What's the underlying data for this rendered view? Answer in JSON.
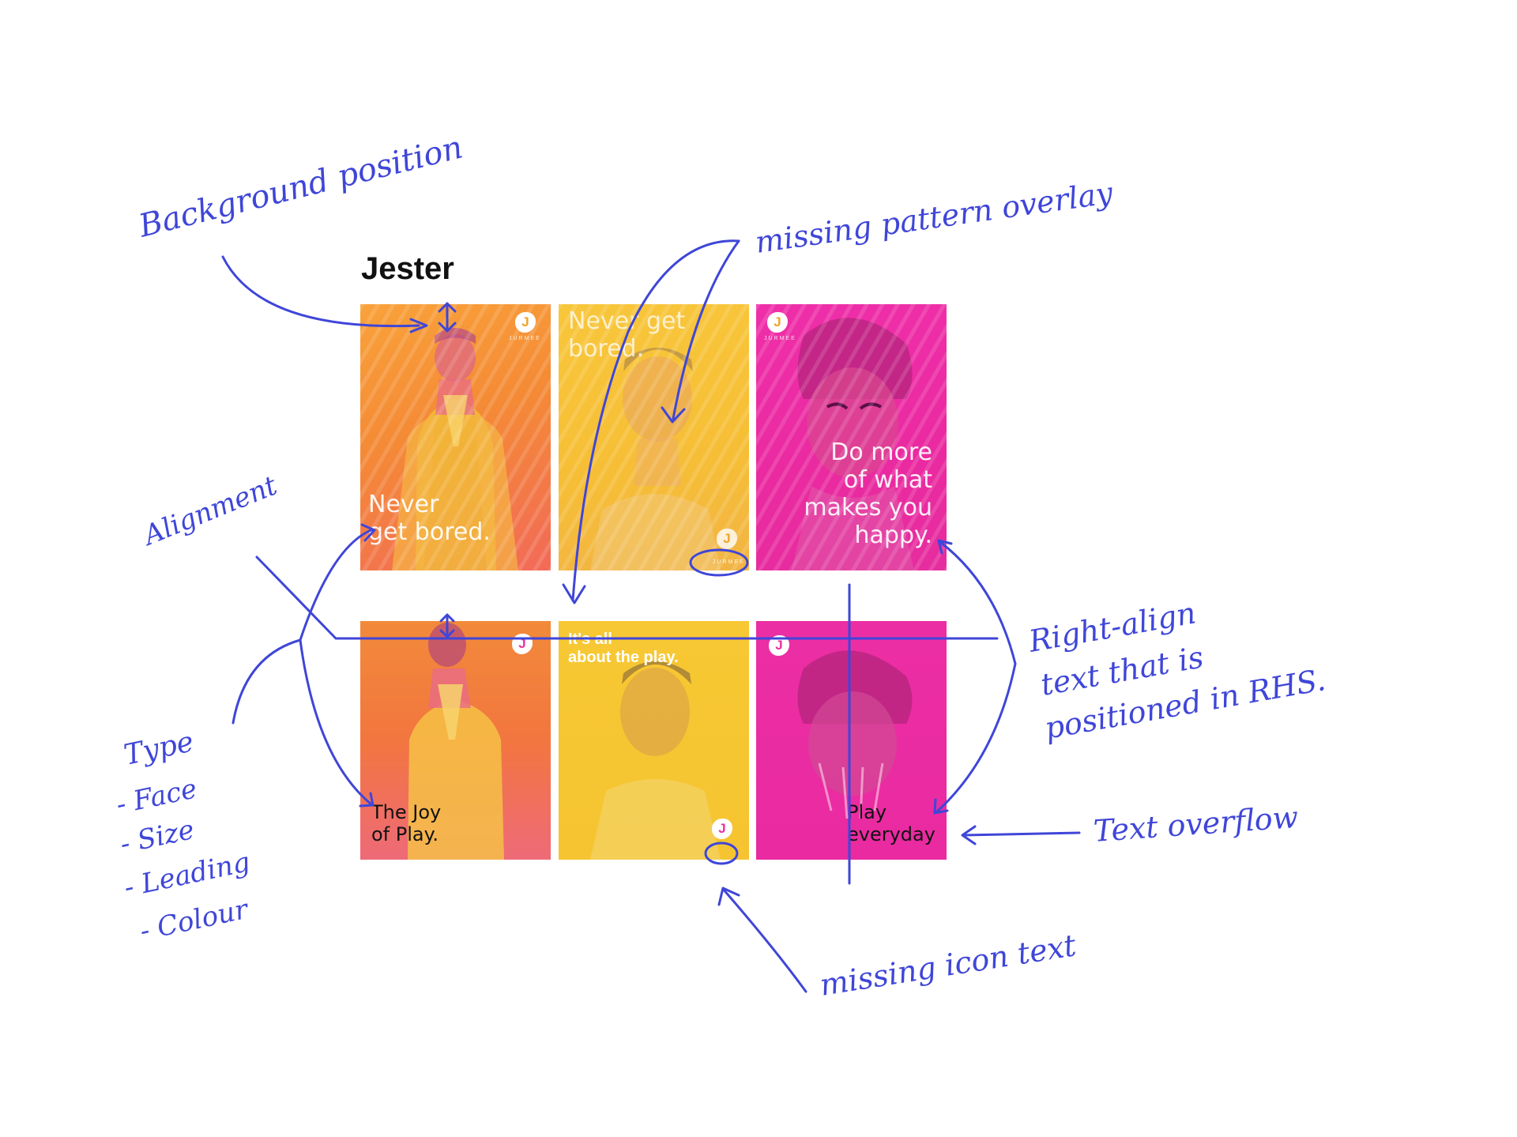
{
  "board": {
    "title": "Jester"
  },
  "cards": [
    {
      "id": "top-1",
      "headline": "Never\nget bored.",
      "logo_letter": "J",
      "logo_label": "JURMEE"
    },
    {
      "id": "top-2",
      "headline": "Never get\nbored.",
      "logo_letter": "J",
      "logo_label": "JURMEE"
    },
    {
      "id": "top-3",
      "headline": "Do more\nof what\nmakes you\nhappy.",
      "logo_letter": "J",
      "logo_label": "JURMEE"
    },
    {
      "id": "bottom-1",
      "headline": "The Joy\nof Play.",
      "logo_letter": "J"
    },
    {
      "id": "bottom-2",
      "headline": "It's all\nabout the play.",
      "logo_letter": "J"
    },
    {
      "id": "bottom-3",
      "headline": "Play\neveryday",
      "logo_letter": "J"
    }
  ],
  "annotations": {
    "background_position": "Background position",
    "missing_pattern_overlay": "missing pattern overlay",
    "alignment": "Alignment",
    "type_heading": "Type",
    "type_items": [
      "- Face",
      "- Size",
      "- Leading",
      "- Colour"
    ],
    "right_align_note": [
      "Right-align",
      "text that is",
      "positioned in RHS."
    ],
    "text_overflow": "Text overflow",
    "missing_icon_text": "missing icon text"
  },
  "colors": {
    "ink": "#3f46d8",
    "orange": "#f48a36",
    "yellow": "#f6c431",
    "pink": "#e92aa0",
    "logo_accent": "#f0a22a"
  }
}
